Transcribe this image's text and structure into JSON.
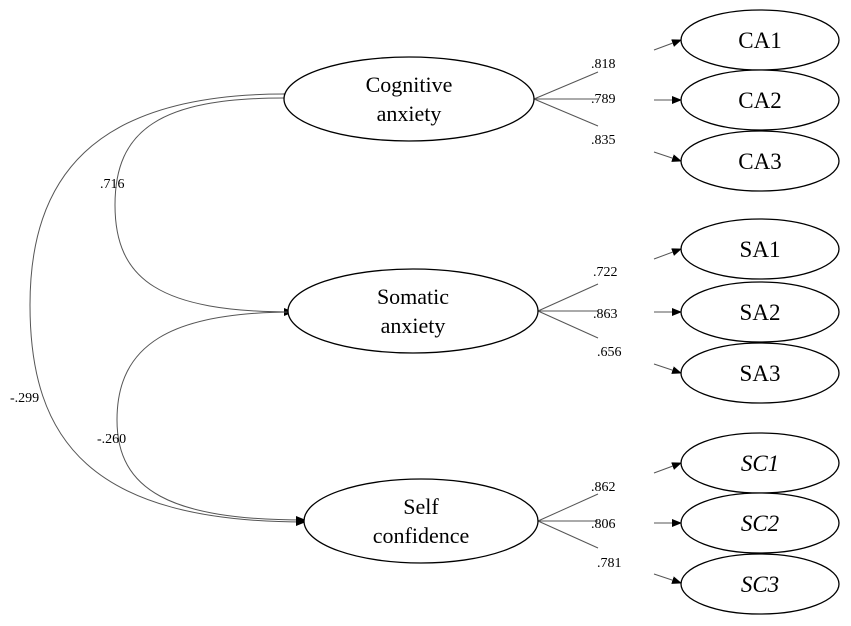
{
  "latents": [
    {
      "id": "ca",
      "lines": [
        "Cognitive",
        "anxiety"
      ]
    },
    {
      "id": "sa",
      "lines": [
        "Somatic",
        "anxiety"
      ]
    },
    {
      "id": "sc",
      "lines": [
        "Self",
        "confidence"
      ]
    }
  ],
  "indicators": [
    {
      "label": "CA1",
      "latent": "ca",
      "loading": ".818"
    },
    {
      "label": "CA2",
      "latent": "ca",
      "loading": ".789"
    },
    {
      "label": "CA3",
      "latent": "ca",
      "loading": ".835"
    },
    {
      "label": "SA1",
      "latent": "sa",
      "loading": ".722"
    },
    {
      "label": "SA2",
      "latent": "sa",
      "loading": ".863"
    },
    {
      "label": "SA3",
      "latent": "sa",
      "loading": ".656"
    },
    {
      "label": "SC1",
      "latent": "sc",
      "loading": ".862"
    },
    {
      "label": "SC2",
      "latent": "sc",
      "loading": ".806"
    },
    {
      "label": "SC3",
      "latent": "sc",
      "loading": ".781"
    }
  ],
  "correlations": [
    {
      "from": "ca",
      "to": "sa",
      "value": ".716"
    },
    {
      "from": "sa",
      "to": "sc",
      "value": "-.260"
    },
    {
      "from": "ca",
      "to": "sc",
      "value": "-.299"
    }
  ]
}
